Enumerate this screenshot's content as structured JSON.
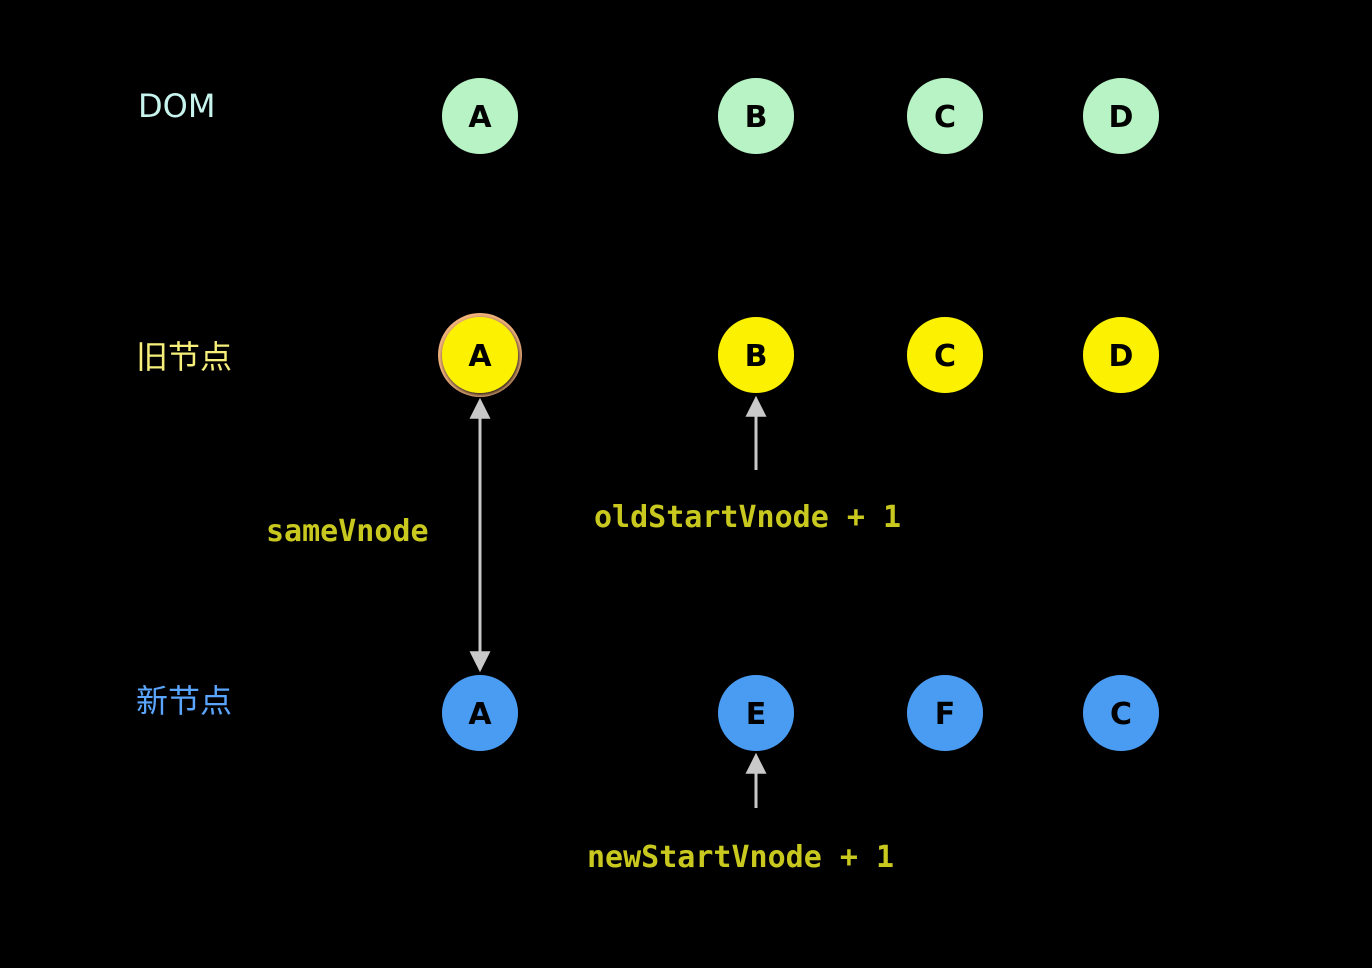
{
  "colors": {
    "background": "#000000",
    "dom_node": "#b7f3c4",
    "old_node": "#fbf100",
    "old_node_highlight_ring": "#f2b27a",
    "new_node": "#4a9cf2",
    "dom_label": "#c8f4ee",
    "old_label": "#f6ef7a",
    "new_label": "#5aa6ff",
    "annotation": "#c8c81e",
    "arrow": "#c9c9c9"
  },
  "rows": [
    {
      "key": "dom",
      "label": "DOM",
      "nodes": [
        "A",
        "B",
        "C",
        "D"
      ]
    },
    {
      "key": "old",
      "label": "旧节点",
      "nodes": [
        "A",
        "B",
        "C",
        "D"
      ]
    },
    {
      "key": "new",
      "label": "新节点",
      "nodes": [
        "A",
        "E",
        "F",
        "C"
      ]
    }
  ],
  "annotations": {
    "same_vnode": "sameVnode",
    "old_start": "oldStartVnode + 1",
    "new_start": "newStartVnode + 1"
  }
}
